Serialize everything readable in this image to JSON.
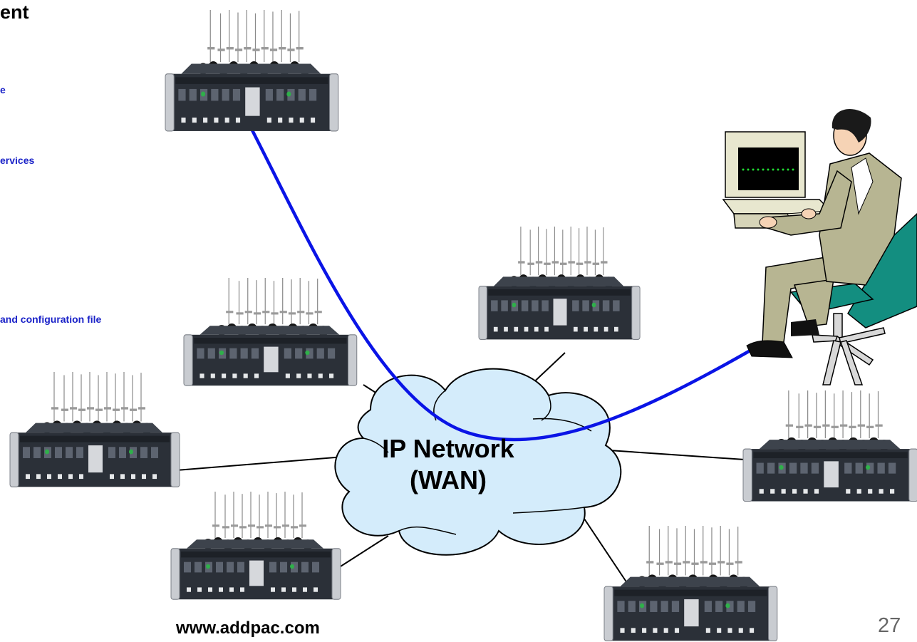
{
  "slide": {
    "title": "ent",
    "website": "www.addpac.com",
    "page_number": "27"
  },
  "bullets": [
    {
      "text": "e"
    },
    {
      "text": "ervices"
    },
    {
      "text": "and configuration file"
    }
  ],
  "network": {
    "label_line1": "IP Network",
    "label_line2": "(WAN)"
  },
  "colors": {
    "cloud_fill": "#d4ecfb",
    "cloud_stroke": "#000000",
    "link_blue": "#0a14e6",
    "bullet_blue": "#1a22c8",
    "device_body": "#2b3038",
    "monitor_screen": "#000000",
    "monitor_dots": "#22dd33",
    "suit": "#b7b592",
    "chair": "#138e80"
  }
}
